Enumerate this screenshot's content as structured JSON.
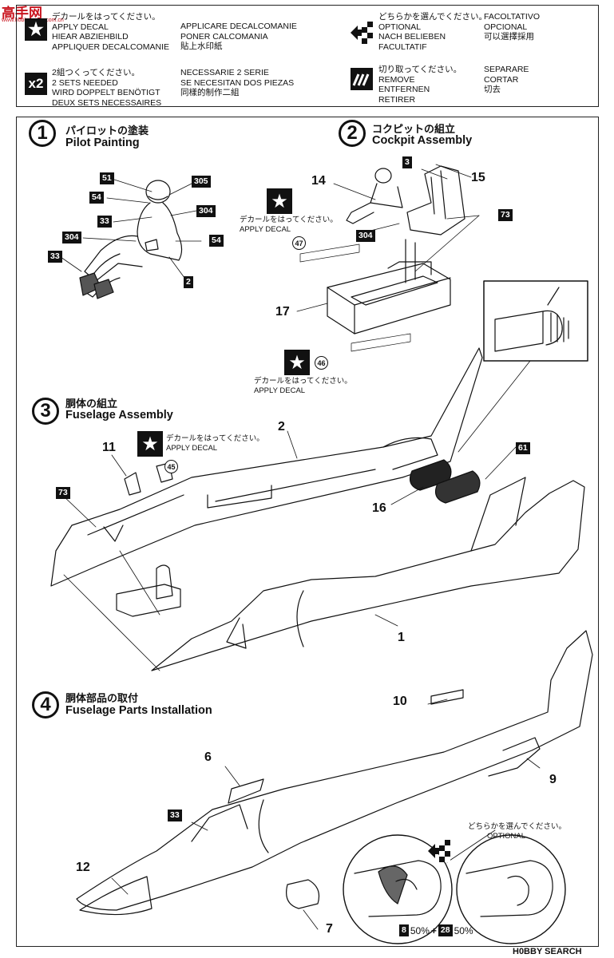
{
  "watermark_top": {
    "brand": "高手网",
    "url": "www.hobbyhome.com.cn"
  },
  "watermark_bottom": "H0BBY SEARCH",
  "legend": {
    "apply_decal": {
      "icon": "star-icon",
      "lines": [
        "デカールをはってください。",
        "APPLY DECAL",
        "HIEAR ABZIEHBILD",
        "APPLIQUER DECALCOMANIE"
      ],
      "lines2": [
        "APPLICARE DECALCOMANIE",
        "PONER CALCOMANIA",
        "貼上水印紙"
      ]
    },
    "two_sets": {
      "icon_label": "x2",
      "lines": [
        "2組つくってください。",
        "2 SETS NEEDED",
        "WIRD DOPPELT BENÖTIGT",
        "DEUX SETS NECESSAIRES"
      ],
      "lines2": [
        "NECESSARIE 2 SERIE",
        "SE NECESITAN DOS PIEZAS",
        "同樣的制作二組"
      ]
    },
    "optional": {
      "icon": "optional-arrow-icon",
      "lines": [
        "どちらかを選んでください。",
        "OPTIONAL",
        "NACH BELIEBEN",
        "FACULTATIF"
      ],
      "lines2": [
        "FACOLTATIVO",
        "OPCIONAL",
        "可以選擇採用"
      ]
    },
    "remove": {
      "icon": "cut-icon",
      "lines": [
        "切り取ってください。",
        "REMOVE",
        "ENTFERNEN",
        "RETIRER"
      ],
      "lines2": [
        "SEPARARE",
        "CORTAR",
        "切去"
      ]
    }
  },
  "steps": [
    {
      "num": "1",
      "jp": "パイロットの塗装",
      "en": "Pilot Painting"
    },
    {
      "num": "2",
      "jp": "コクピットの組立",
      "en": "Cockpit Assembly"
    },
    {
      "num": "3",
      "jp": "胴体の組立",
      "en": "Fuselage Assembly"
    },
    {
      "num": "4",
      "jp": "胴体部品の取付",
      "en": "Fuselage Parts Installation"
    }
  ],
  "step1": {
    "colors": [
      "51",
      "54",
      "33",
      "304",
      "33",
      "305",
      "304",
      "54",
      "2"
    ]
  },
  "step2": {
    "decal_jp": "デカールをはってください。",
    "decal_en": "APPLY DECAL",
    "decal_num": "47",
    "parts": [
      "14",
      "15",
      "17"
    ],
    "colors": [
      "3",
      "304",
      "73"
    ]
  },
  "step3": {
    "decal_jp": "デカールをはってください。",
    "decal_en": "APPLY DECAL",
    "decal_num": "46",
    "decal2_jp": "デカールをはってください。",
    "decal2_en": "APPLY DECAL",
    "decal2_num": "45",
    "parts": [
      "2",
      "11",
      "16",
      "1"
    ],
    "colors": [
      "73",
      "61"
    ]
  },
  "step4": {
    "parts": [
      "10",
      "6",
      "9",
      "12",
      "7"
    ],
    "colors": [
      "33"
    ],
    "optional_jp": "どちらかを選んでください。",
    "optional_en": "OPTIONAL",
    "mix": {
      "a": "8",
      "a_pct": "50%",
      "plus": "+",
      "b": "28",
      "b_pct": "50%"
    }
  }
}
